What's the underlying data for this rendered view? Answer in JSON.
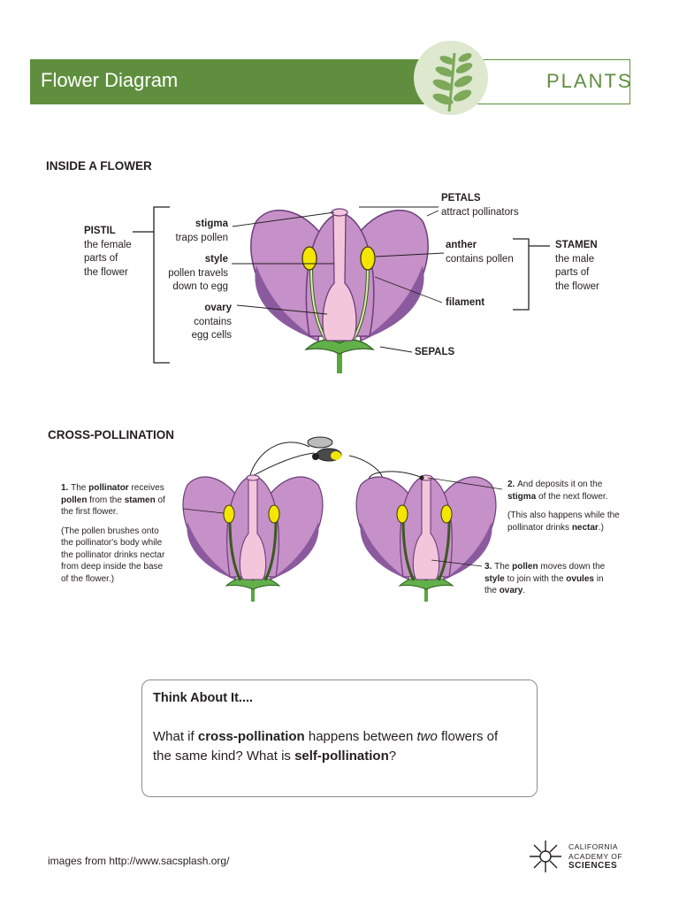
{
  "header": {
    "title": "Flower Diagram",
    "category": "PLANTS"
  },
  "inside": {
    "heading": "INSIDE A FLOWER",
    "pistil": {
      "title": "PISTIL",
      "l1": "the female",
      "l2": "parts of",
      "l3": "the flower"
    },
    "stigma": {
      "title": "stigma",
      "desc": "traps pollen"
    },
    "style": {
      "title": "style",
      "l1": "pollen travels",
      "l2": "down to egg"
    },
    "ovary": {
      "title": "ovary",
      "l1": "contains",
      "l2": "egg cells"
    },
    "petals": {
      "title": "PETALS",
      "desc": "attract pollinators"
    },
    "anther": {
      "title": "anther",
      "desc": "contains pollen"
    },
    "filament": {
      "title": "filament"
    },
    "sepals": {
      "title": "SEPALS"
    },
    "stamen": {
      "title": "STAMEN",
      "l1": "the male",
      "l2": "parts of",
      "l3": "the flower"
    }
  },
  "cross": {
    "heading": "CROSS-POLLINATION",
    "step1": {
      "num": "1.",
      "t1": "The ",
      "b1": "pollinator",
      "t2": " receives",
      "b2": "pollen",
      "t3": " from the ",
      "b3": "stamen",
      "t4": " of",
      "t5": "the first flower.",
      "n1": "(The pollen brushes onto",
      "n2": "the pollinator's body while",
      "n3": "the pollinator drinks nectar",
      "n4": "from deep inside the base",
      "n5": "of the flower.)"
    },
    "step2": {
      "num": "2.",
      "t1": "And deposits it on the",
      "b1": "stigma",
      "t2": " of the next flower.",
      "n1": "(This also happens while the",
      "n2": "pollinator drinks ",
      "nb": "nectar",
      "n3": ".)"
    },
    "step3": {
      "num": "3.",
      "t1": "The ",
      "b1": "pollen",
      "t2": " moves down the",
      "b2": "style",
      "t3": " to join with the ",
      "b3": "ovules",
      "t4": " in",
      "t5": "the ",
      "b4": "ovary",
      "t6": "."
    }
  },
  "think": {
    "title": "Think About It....",
    "p1": "What if ",
    "b1": "cross-pollination",
    "p2": " happens between ",
    "i1": "two",
    "p3": " flowers of",
    "p4": "the same kind?  What is ",
    "b2": "self-pollination",
    "p5": "?"
  },
  "footer": {
    "credit": "images from http://www.sacsplash.org/"
  },
  "logo": {
    "l1": "CALIFORNIA",
    "l2": "ACADEMY OF",
    "l3": "SCIENCES"
  },
  "colors": {
    "green": "#5f8f3e",
    "petal": "#c690c8",
    "petal_dark": "#8b5a9e",
    "pistil": "#f4c6dc",
    "anther": "#f3e600"
  }
}
